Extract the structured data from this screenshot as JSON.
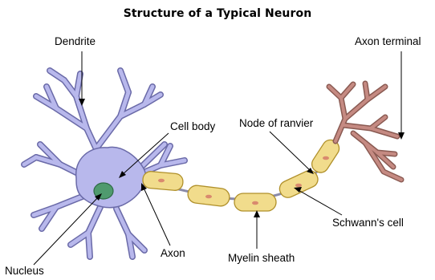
{
  "title": "Structure of a Typical Neuron",
  "labels": {
    "dendrite": "Dendrite",
    "cell_body": "Cell body",
    "node_of_ranvier": "Node of ranvier",
    "axon_terminal": "Axon terminal",
    "schwanns_cell": "Schwann's cell",
    "axon": "Axon",
    "myelin_sheath": "Myelin sheath",
    "nucleus": "Nucleus"
  },
  "colors": {
    "neuron_fill": "#b8b8ec",
    "neuron_stroke": "#6a6aa8",
    "nucleus_fill": "#4f9a6e",
    "myelin_fill": "#f1dc8c",
    "myelin_stroke": "#b0902a",
    "myelin_spot": "#d98a6e",
    "terminal_fill": "#c58a82",
    "terminal_stroke": "#8a5a52"
  }
}
